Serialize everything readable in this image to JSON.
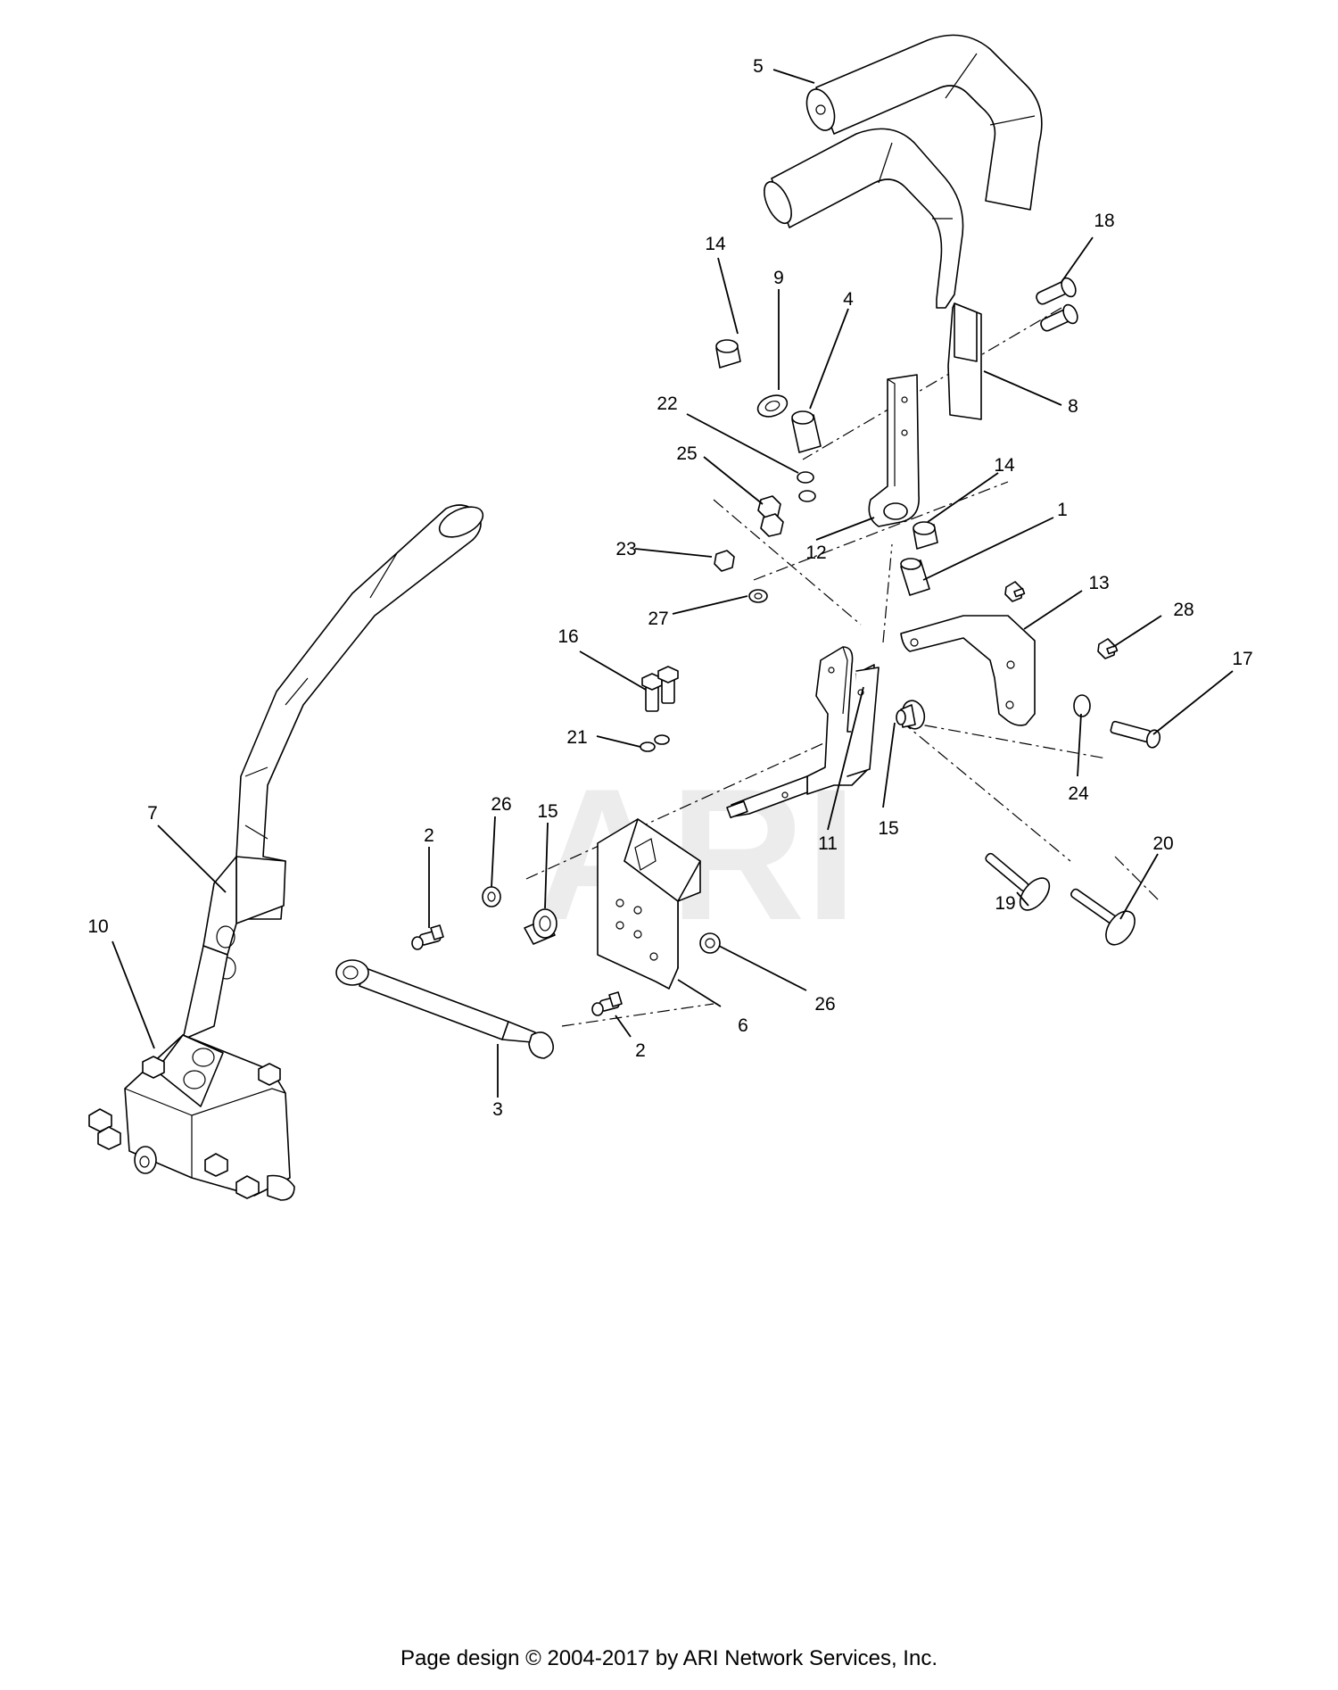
{
  "watermark": "ARI",
  "footer": "Page design © 2004-2017 by ARI Network Services, Inc.",
  "callouts": [
    "1",
    "2",
    "2",
    "3",
    "4",
    "5",
    "6",
    "7",
    "8",
    "9",
    "10",
    "11",
    "12",
    "13",
    "14",
    "14",
    "15",
    "15",
    "16",
    "17",
    "18",
    "19",
    "20",
    "21",
    "22",
    "23",
    "24",
    "25",
    "26",
    "26",
    "27",
    "28"
  ]
}
